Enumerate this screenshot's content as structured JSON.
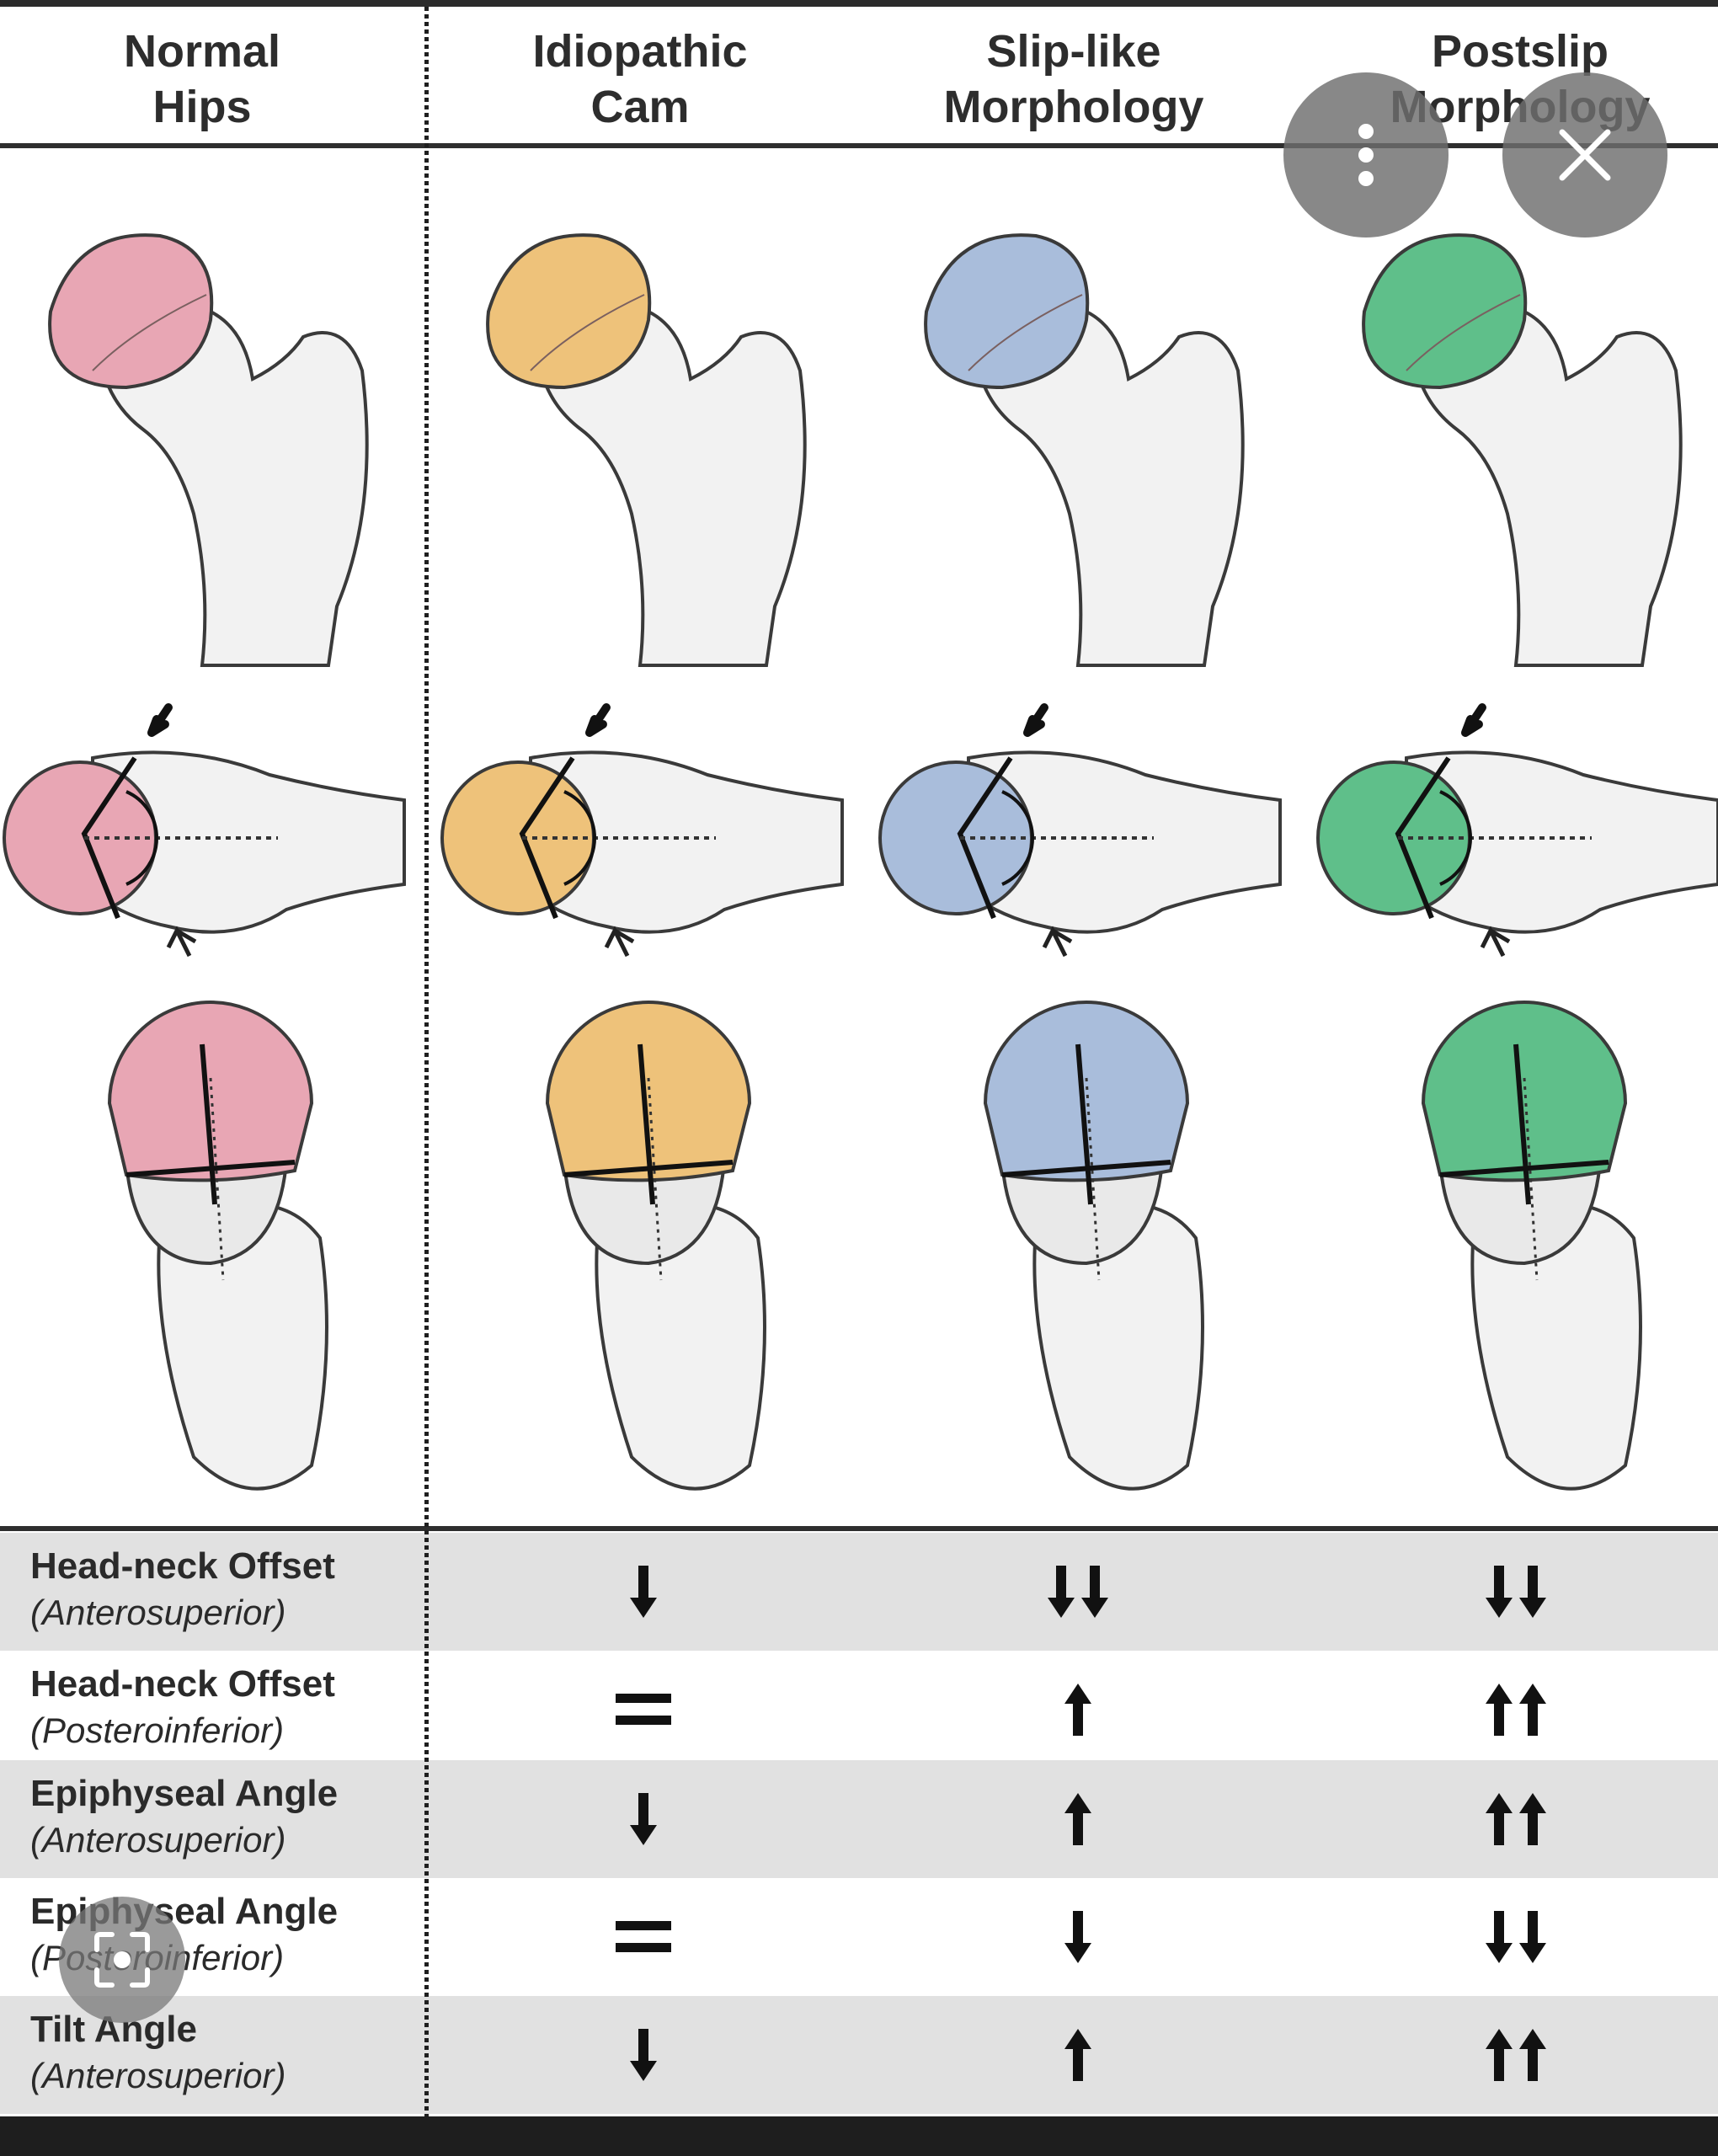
{
  "columns": [
    {
      "line1": "Normal",
      "line2": "Hips",
      "color": "#e8a6b4"
    },
    {
      "line1": "Idiopathic",
      "line2": "Cam",
      "color": "#eec27a"
    },
    {
      "line1": "Slip-like",
      "line2": "Morphology",
      "color": "#a9bddb"
    },
    {
      "line1": "Postslip",
      "line2": "Morphology",
      "color": "#5fbf8a"
    }
  ],
  "rows": [
    {
      "title": "Head-neck Offset",
      "subtitle": "(Anterosuperior)",
      "values": [
        "down",
        "down-down",
        "down-down"
      ]
    },
    {
      "title": "Head-neck Offset",
      "subtitle": "(Posteroinferior)",
      "values": [
        "equal",
        "up",
        "up-up"
      ]
    },
    {
      "title": "Epiphyseal Angle",
      "subtitle": "(Anterosuperior)",
      "values": [
        "down",
        "up",
        "up-up"
      ]
    },
    {
      "title": "Epiphyseal Angle",
      "subtitle": "(Posteroinferior)",
      "values": [
        "equal",
        "down",
        "down-down"
      ]
    },
    {
      "title": "Tilt Angle",
      "subtitle": "(Anterosuperior)",
      "values": [
        "down",
        "up",
        "up-up"
      ]
    }
  ],
  "overlay": {
    "more_icon": "more-vertical-icon",
    "close_icon": "close-icon",
    "lens_icon": "lens-search-icon"
  }
}
